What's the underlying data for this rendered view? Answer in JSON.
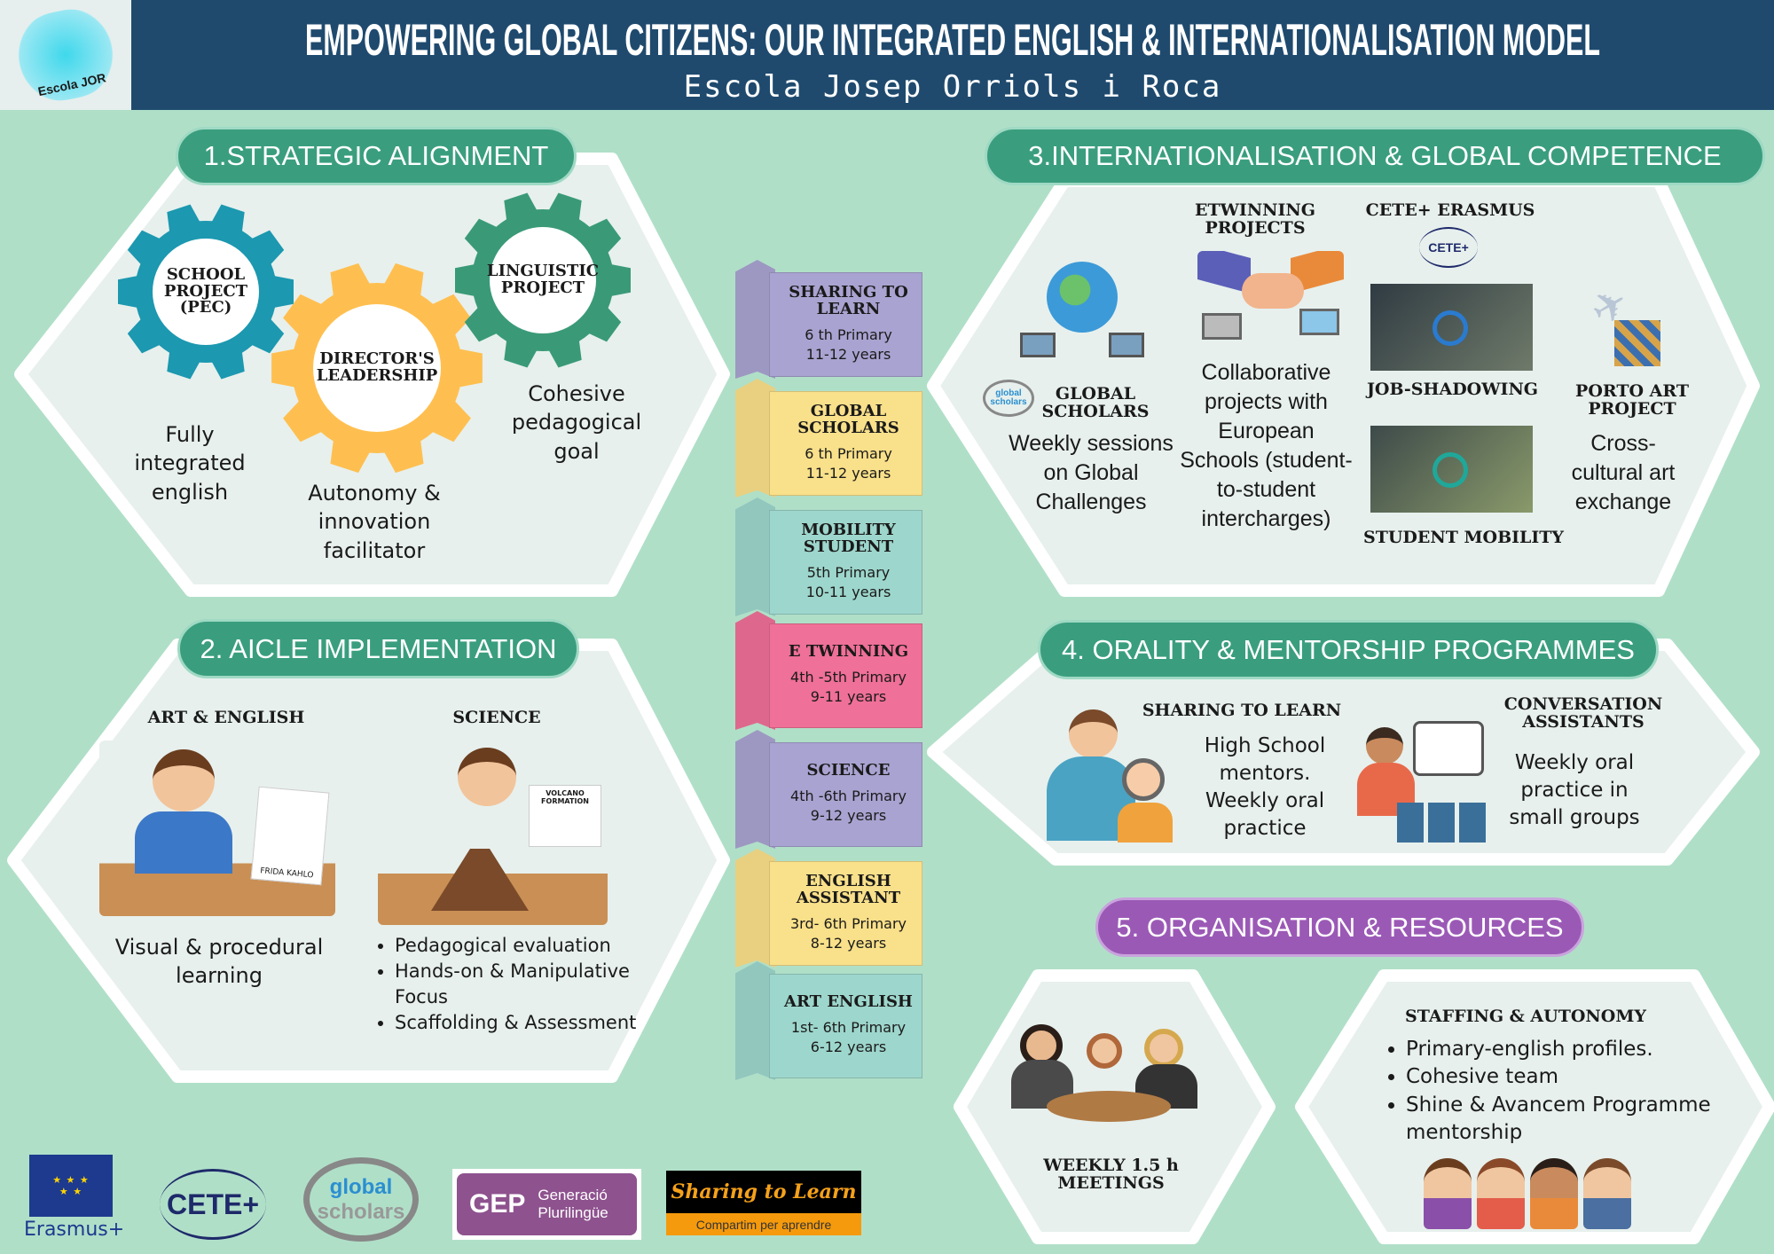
{
  "header": {
    "title": "EMPOWERING GLOBAL CITIZENS: OUR INTEGRATED ENGLISH & INTERNATIONALISATION MODEL",
    "subtitle": "Escola Josep Orriols i Roca",
    "logo_text": "Escola JOR"
  },
  "colors": {
    "header": "#1f4a6e",
    "background": "#b0dfc8",
    "pill": "#3a9e7e",
    "pill_purple": "#9b59b6",
    "gear_teal": "#1c98b0",
    "gear_orange": "#ffbf50",
    "gear_green": "#3a9a78",
    "hex_fill": "#e7f0ed"
  },
  "section1": {
    "title": "1.STRATEGIC ALIGNMENT",
    "gears": [
      {
        "label": "SCHOOL PROJECT (PEC)",
        "caption": "Fully integrated english"
      },
      {
        "label": "DIRECTOR'S LEADERSHIP",
        "caption": "Autonomy & innovation facilitator"
      },
      {
        "label": "LINGUISTIC PROJECT",
        "caption": "Cohesive pedagogical goal"
      }
    ]
  },
  "section2": {
    "title": "2. AICLE IMPLEMENTATION",
    "art": {
      "label": "ART & ENGLISH",
      "image_text": "FRIDA KAHLO",
      "caption": "Visual & procedural learning"
    },
    "science": {
      "label": "SCIENCE",
      "image_text": "VOLCANO FORMATION",
      "bullets": [
        "Pedagogical evaluation",
        "Hands-on & Manipulative Focus",
        "Scaffolding & Assessment"
      ]
    }
  },
  "ribbons": [
    {
      "title": "SHARING TO LEARN",
      "grade": "6 th Primary",
      "ages": "11-12 years",
      "color": "#a9a3d1"
    },
    {
      "title": "GLOBAL SCHOLARS",
      "grade": "6 th Primary",
      "ages": "11-12 years",
      "color": "#f9e08a"
    },
    {
      "title": "MOBILITY STUDENT",
      "grade": "5th Primary",
      "ages": "10-11 years",
      "color": "#9dd6cc"
    },
    {
      "title": "E TWINNING",
      "grade": "4th -5th Primary",
      "ages": "9-11 years",
      "color": "#ef7098"
    },
    {
      "title": "SCIENCE",
      "grade": "4th -6th Primary",
      "ages": "9-12 years",
      "color": "#a9a3d1"
    },
    {
      "title": "ENGLISH ASSISTANT",
      "grade": "3rd- 6th Primary",
      "ages": "8-12 years",
      "color": "#f9e08a"
    },
    {
      "title": "ART ENGLISH",
      "grade": "1st- 6th Primary",
      "ages": "6-12 years",
      "color": "#9dd6cc"
    }
  ],
  "section3": {
    "title": "3.INTERNATIONALISATION & GLOBAL COMPETENCE",
    "global_scholars": {
      "label": "GLOBAL SCHOLARS",
      "logo": "global scholars",
      "caption": "Weekly sessions on Global Challenges"
    },
    "etwinning": {
      "label": "ETWINNING PROJECTS",
      "caption": "Collaborative projects with European Schools (student-to-student intercharges)"
    },
    "cete": {
      "label": "CETE+ ERASMUS",
      "logo": "CETE+",
      "job": "JOB-SHADOWING",
      "mobility": "STUDENT MOBILITY"
    },
    "porto": {
      "label": "PORTO ART PROJECT",
      "caption": "Cross-cultural art exchange"
    }
  },
  "section4": {
    "title": "4. ORALITY & MENTORSHIP PROGRAMMES",
    "sharing": {
      "label": "SHARING TO LEARN",
      "caption": "High School mentors. Weekly oral practice"
    },
    "conversation": {
      "label": "CONVERSATION ASSISTANTS",
      "caption": "Weekly oral practice in small groups"
    }
  },
  "section5": {
    "title": "5. ORGANISATION & RESOURCES",
    "meetings": {
      "label": "WEEKLY 1.5 h MEETINGS"
    },
    "staffing": {
      "label": "STAFFING & AUTONOMY",
      "bullets": [
        "Primary-english profiles.",
        "Cohesive team",
        "Shine & Avancem Programme mentorship"
      ]
    }
  },
  "logos": {
    "erasmus": "Erasmus+",
    "cete": "CETE+",
    "global_1": "global",
    "global_2": "scholars",
    "gep": "GEP",
    "gep_text_1": "Generació",
    "gep_text_2": "Plurilingüe",
    "stl_title": "Sharing to Learn",
    "stl_sub": "Compartim per aprendre"
  }
}
